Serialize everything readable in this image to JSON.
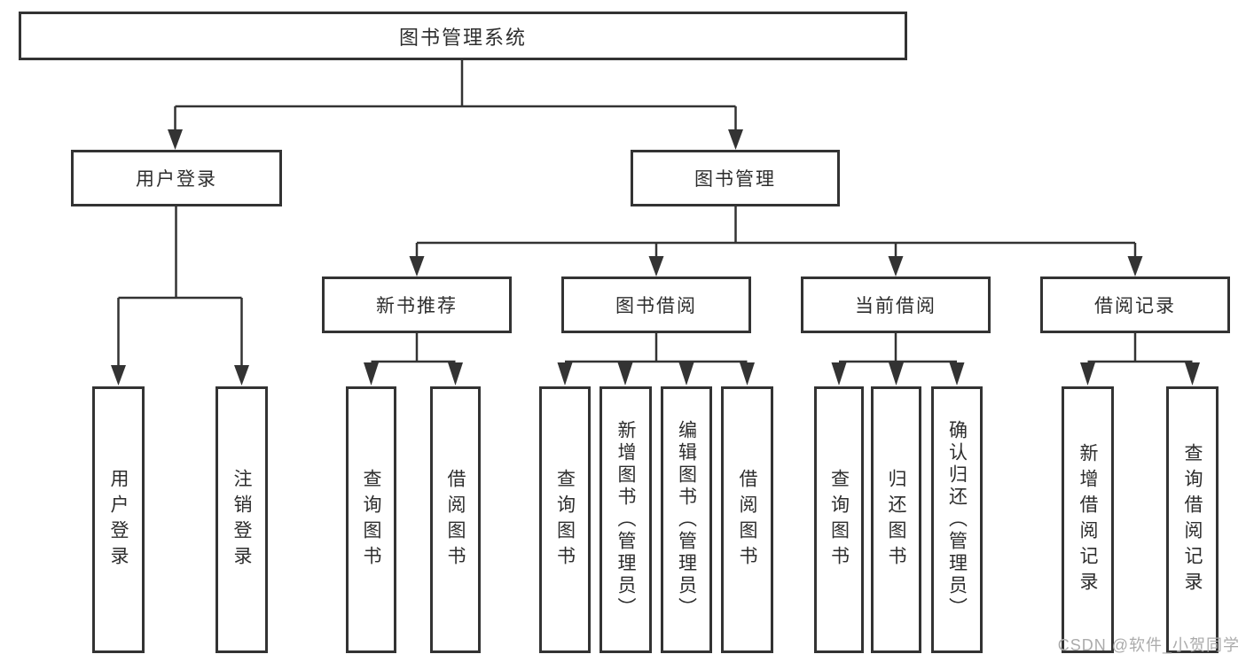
{
  "diagram": {
    "root": {
      "label": "图书管理系统"
    },
    "level2": [
      {
        "label": "用户登录"
      },
      {
        "label": "图书管理"
      }
    ],
    "level3": [
      {
        "label": "新书推荐"
      },
      {
        "label": "图书借阅"
      },
      {
        "label": "当前借阅"
      },
      {
        "label": "借阅记录"
      }
    ],
    "leaves": {
      "user_login": [
        "用户登录",
        "注销登录"
      ],
      "new_book": [
        "查询图书",
        "借阅图书"
      ],
      "book_borrow": [
        "查询图书",
        "新增图书（管理员）",
        "编辑图书（管理员）",
        "借阅图书"
      ],
      "current_borrow": [
        "查询图书",
        "归还图书",
        "确认归还（管理员）"
      ],
      "borrow_record": [
        "新增借阅记录",
        "查询借阅记录"
      ]
    }
  },
  "watermark": {
    "text": "CSDN @软件_小贺同学"
  },
  "colors": {
    "line": "#333333",
    "text": "#2d2d2d",
    "background": "#ffffff",
    "watermark": "#ababab"
  }
}
